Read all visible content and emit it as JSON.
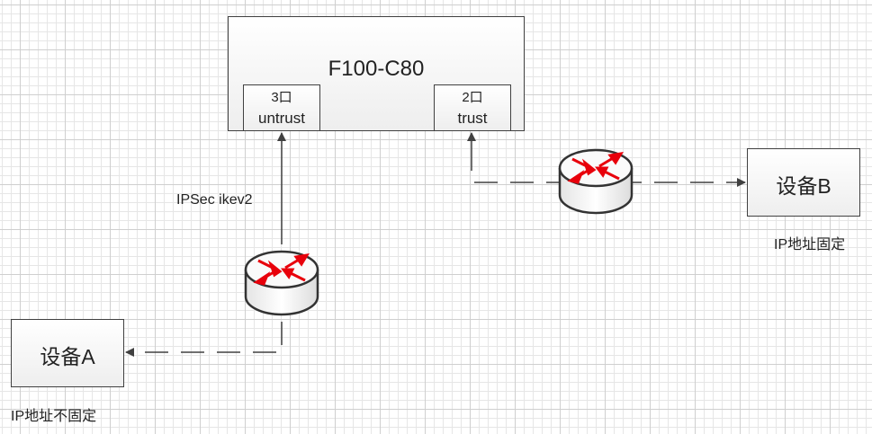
{
  "firewall": {
    "title": "F100-C80"
  },
  "ports": [
    {
      "line1": "3口",
      "line2": "untrust"
    },
    {
      "line1": "2口",
      "line2": "trust"
    }
  ],
  "link_label": "IPSec ikev2",
  "devices": [
    {
      "name": "设备A",
      "note": "IP地址不固定"
    },
    {
      "name": "设备B",
      "note": "IP地址固定"
    }
  ],
  "colors": {
    "router_arrows": "#e8000b",
    "lines": "#404040"
  }
}
